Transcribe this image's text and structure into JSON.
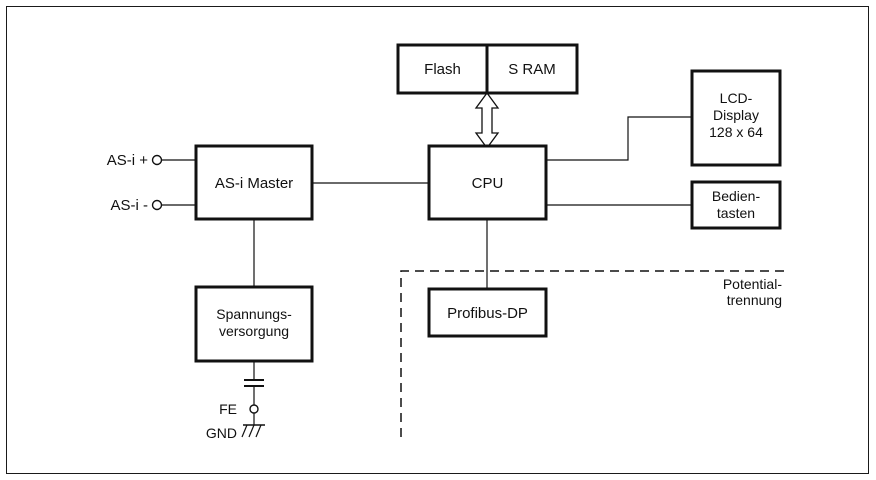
{
  "blocks": {
    "flash": "Flash",
    "sram": "S RAM",
    "lcd": [
      "LCD-",
      "Display",
      "128 x 64"
    ],
    "cpu": "CPU",
    "asi_master": "AS-i Master",
    "bedien": [
      "Bedien-",
      "tasten"
    ],
    "profibus": "Profibus-DP",
    "spannung": [
      "Spannungs-",
      "versorgung"
    ]
  },
  "terminals": {
    "asi_plus": "AS-i +",
    "asi_minus": "AS-i -",
    "fe": "FE",
    "gnd": "GND"
  },
  "isolation_label": [
    "Potential-",
    "trennung"
  ]
}
